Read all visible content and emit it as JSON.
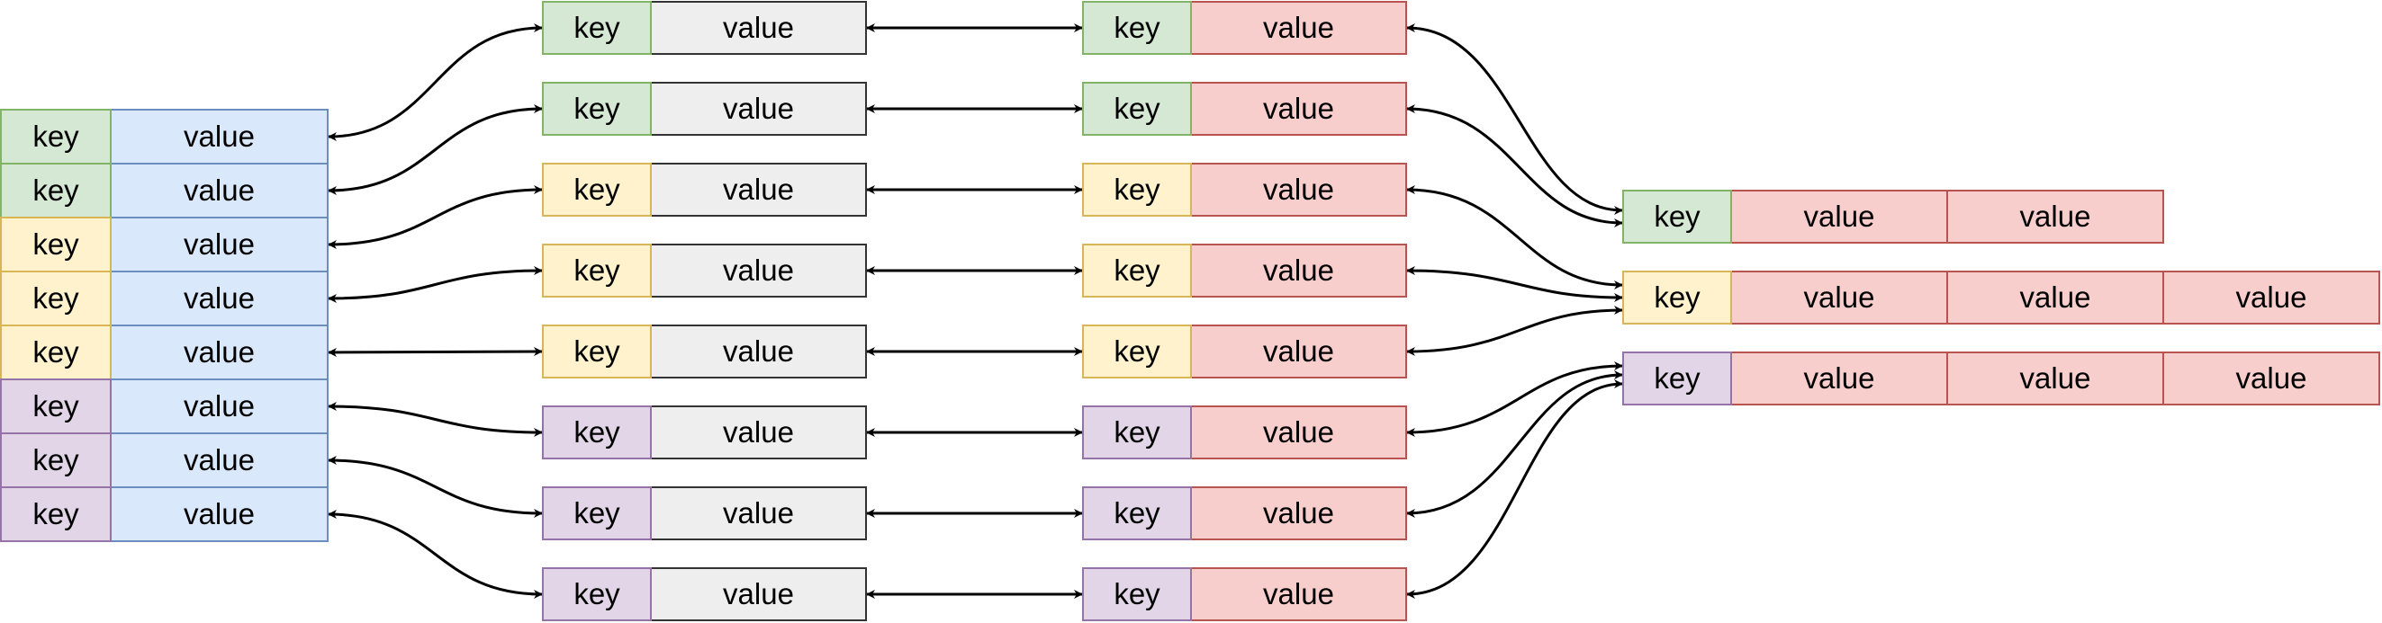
{
  "colors": {
    "green_fill": "#d5e8d4",
    "green_stroke": "#82b366",
    "yellow_fill": "#fff2cc",
    "yellow_stroke": "#d6b656",
    "purple_fill": "#e1d5e7",
    "purple_stroke": "#9673a6",
    "blue_fill": "#dae8fc",
    "blue_stroke": "#6c8ebf",
    "gray_fill": "#eeeeee",
    "gray_stroke": "#333333",
    "red_fill": "#f8cecc",
    "red_stroke": "#b85450",
    "arrow": "#000000"
  },
  "source_table": {
    "rows": [
      {
        "key": "key",
        "value": "value",
        "key_color": "green"
      },
      {
        "key": "key",
        "value": "value",
        "key_color": "green"
      },
      {
        "key": "key",
        "value": "value",
        "key_color": "yellow"
      },
      {
        "key": "key",
        "value": "value",
        "key_color": "yellow"
      },
      {
        "key": "key",
        "value": "value",
        "key_color": "yellow"
      },
      {
        "key": "key",
        "value": "value",
        "key_color": "purple"
      },
      {
        "key": "key",
        "value": "value",
        "key_color": "purple"
      },
      {
        "key": "key",
        "value": "value",
        "key_color": "purple"
      }
    ]
  },
  "middle_pairs": {
    "pairs": [
      {
        "key": "key",
        "value": "value",
        "key_color": "green"
      },
      {
        "key": "key",
        "value": "value",
        "key_color": "green"
      },
      {
        "key": "key",
        "value": "value",
        "key_color": "yellow"
      },
      {
        "key": "key",
        "value": "value",
        "key_color": "yellow"
      },
      {
        "key": "key",
        "value": "value",
        "key_color": "yellow"
      },
      {
        "key": "key",
        "value": "value",
        "key_color": "purple"
      },
      {
        "key": "key",
        "value": "value",
        "key_color": "purple"
      },
      {
        "key": "key",
        "value": "value",
        "key_color": "purple"
      }
    ]
  },
  "mapped_pairs": {
    "pairs": [
      {
        "key": "key",
        "value": "value",
        "key_color": "green"
      },
      {
        "key": "key",
        "value": "value",
        "key_color": "green"
      },
      {
        "key": "key",
        "value": "value",
        "key_color": "yellow"
      },
      {
        "key": "key",
        "value": "value",
        "key_color": "yellow"
      },
      {
        "key": "key",
        "value": "value",
        "key_color": "yellow"
      },
      {
        "key": "key",
        "value": "value",
        "key_color": "purple"
      },
      {
        "key": "key",
        "value": "value",
        "key_color": "purple"
      },
      {
        "key": "key",
        "value": "value",
        "key_color": "purple"
      }
    ]
  },
  "grouped_rows": {
    "rows": [
      {
        "key": "key",
        "key_color": "green",
        "values": [
          "value",
          "value"
        ]
      },
      {
        "key": "key",
        "key_color": "yellow",
        "values": [
          "value",
          "value",
          "value"
        ]
      },
      {
        "key": "key",
        "key_color": "purple",
        "values": [
          "value",
          "value",
          "value"
        ]
      }
    ]
  }
}
